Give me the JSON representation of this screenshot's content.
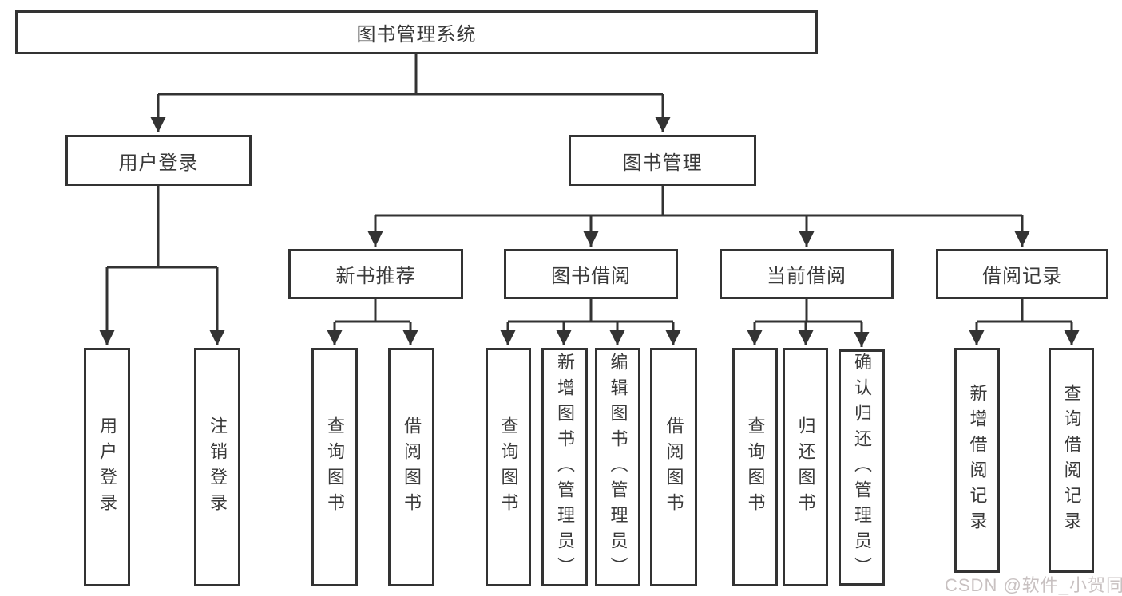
{
  "diagram": {
    "root": {
      "label": "图书管理系统"
    },
    "branches": [
      {
        "label": "用户登录",
        "children": [
          {
            "label": "用户登录"
          },
          {
            "label": "注销登录"
          }
        ]
      },
      {
        "label": "图书管理",
        "children": [
          {
            "label": "新书推荐",
            "children": [
              {
                "label": "查询图书"
              },
              {
                "label": "借阅图书"
              }
            ]
          },
          {
            "label": "图书借阅",
            "children": [
              {
                "label": "查询图书"
              },
              {
                "label": "新增图书（管理员）"
              },
              {
                "label": "编辑图书（管理员）"
              },
              {
                "label": "借阅图书"
              }
            ]
          },
          {
            "label": "当前借阅",
            "children": [
              {
                "label": "查询图书"
              },
              {
                "label": "归还图书"
              },
              {
                "label": "确认归还（管理员）"
              }
            ]
          },
          {
            "label": "借阅记录",
            "children": [
              {
                "label": "新增借阅记录"
              },
              {
                "label": "查询借阅记录"
              }
            ]
          }
        ]
      }
    ]
  },
  "watermark": {
    "text": "CSDN @软件_小贺同学"
  },
  "colors": {
    "line": "#333333",
    "box_border": "#333333",
    "text": "#3a3a3a",
    "watermark": "#c8c1c1",
    "background": "#ffffff"
  }
}
